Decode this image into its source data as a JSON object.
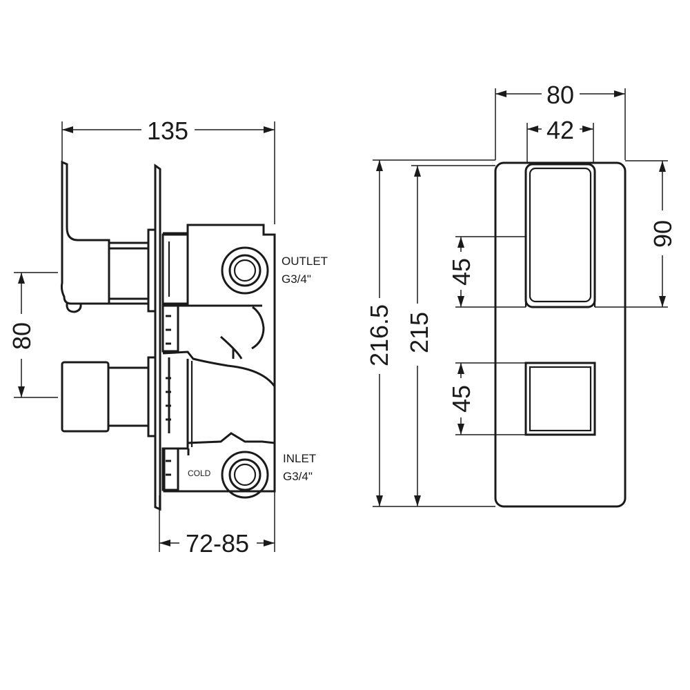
{
  "side_view": {
    "dim_total_depth": "135",
    "dim_handle_spacing": "80",
    "dim_wall_depth": "72-85",
    "outlet_label": "OUTLET",
    "outlet_thread": "G3/4\"",
    "inlet_label": "INLET",
    "inlet_thread": "G3/4\"",
    "cold_label": "COLD"
  },
  "front_view": {
    "dim_plate_width": "80",
    "dim_handle_width": "42",
    "dim_plate_height": "216.5",
    "dim_body_height": "215",
    "dim_upper_section": "90",
    "dim_handle_height_upper": "45",
    "dim_handle_height_lower": "45"
  }
}
